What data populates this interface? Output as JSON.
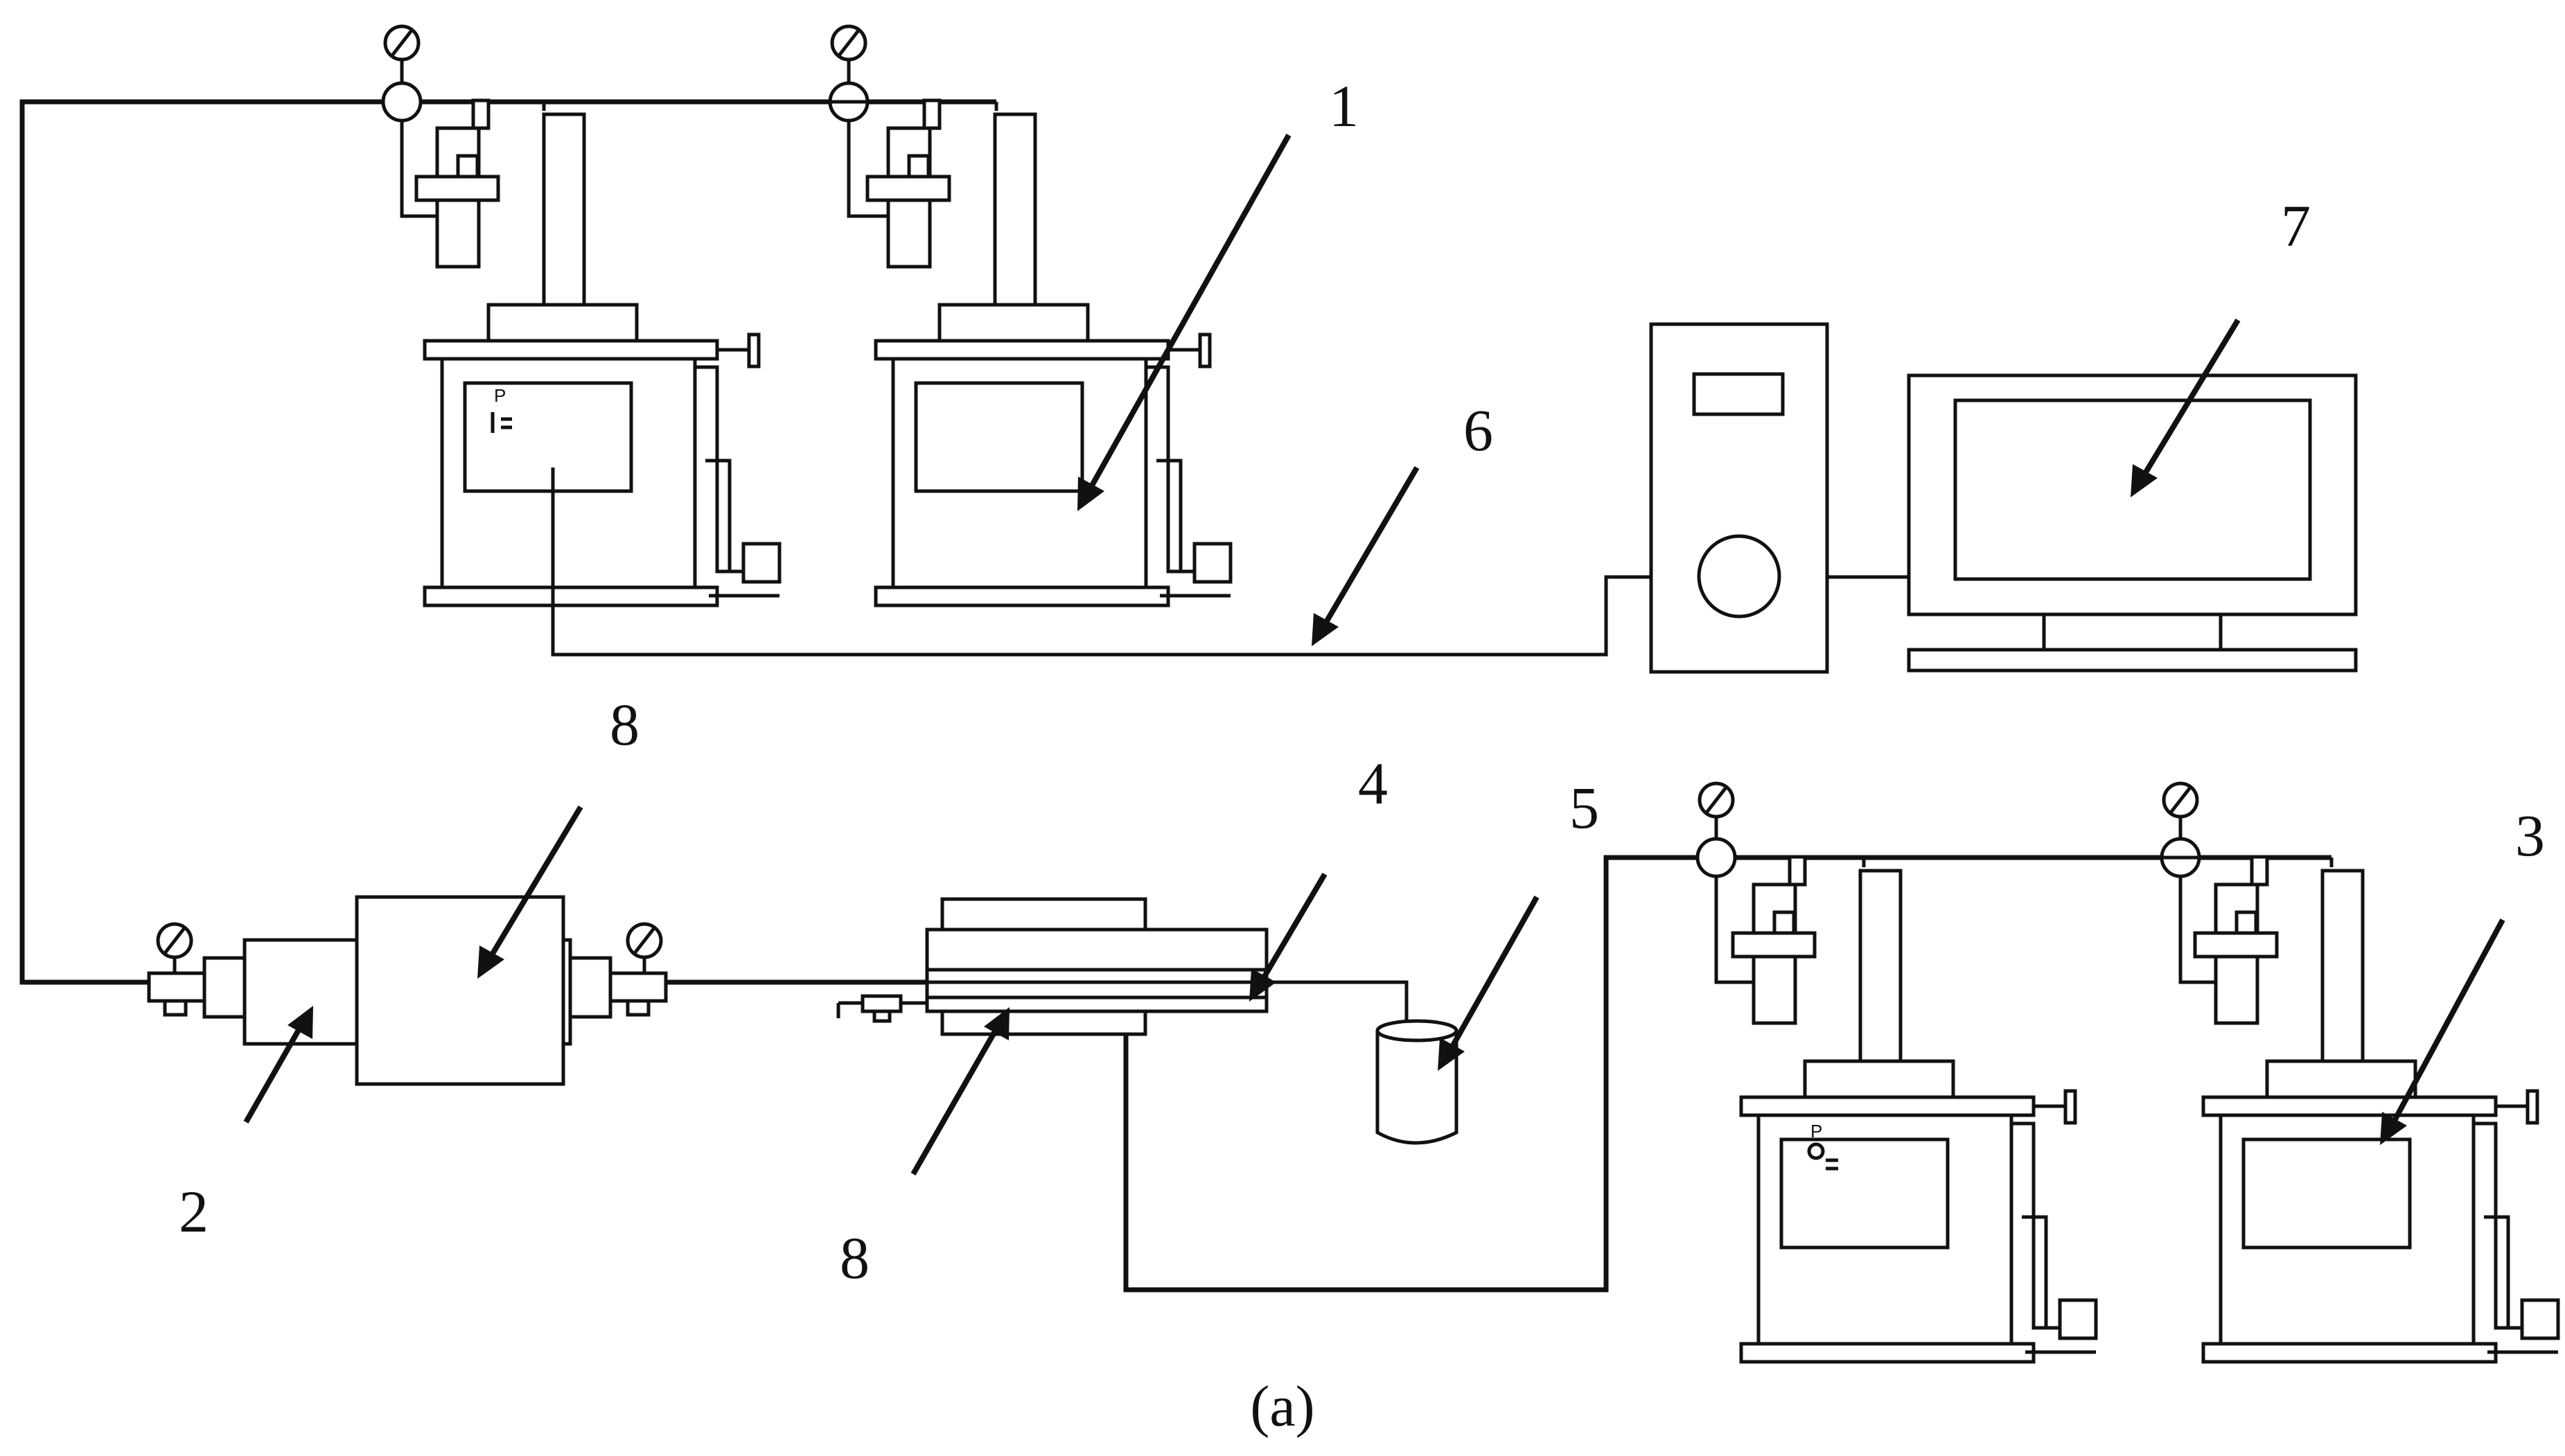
{
  "diagram": {
    "labels": {
      "l1": "1",
      "l2": "2",
      "l3": "3",
      "l4": "4",
      "l5": "5",
      "l6": "6",
      "l7": "7",
      "l8a": "8",
      "l8b": "8"
    },
    "caption": "(a)",
    "pump_panel_text": "P"
  }
}
